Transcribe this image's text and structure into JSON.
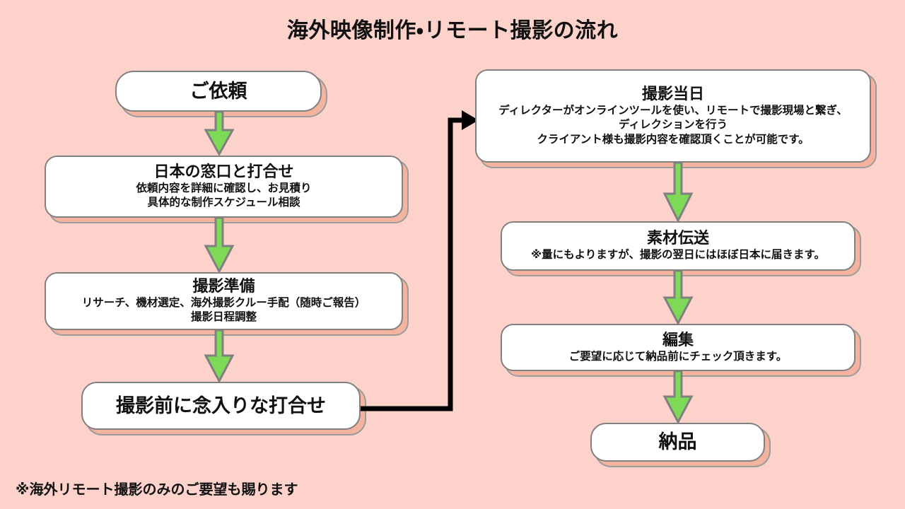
{
  "diagram": {
    "title": "海外映像制作・リモート撮影の流れ",
    "background_color": "#fcd2cb",
    "box_fill_color": "#ffffff",
    "box_border_color": "#808080",
    "box_shadow_color": "#f4b39e",
    "arrow_fill_color": "#7ed957",
    "arrow_outline_color": "#808080",
    "connector_color": "#000000",
    "footnote": "※海外リモート撮影のみのご要望も賜ります"
  },
  "left_column": {
    "nodes": [
      {
        "heading": "ご依頼",
        "desc": []
      },
      {
        "heading": "日本の窓口と打合せ",
        "desc": [
          "依頼内容を詳細に確認し、お見積り",
          "具体的な制作スケジュール相談"
        ]
      },
      {
        "heading": "撮影準備",
        "desc": [
          "リサーチ、機材選定、海外撮影クルー手配（随時ご報告）",
          "撮影日程調整"
        ]
      },
      {
        "heading": "撮影前に念入りな打合せ",
        "desc": []
      }
    ]
  },
  "right_column": {
    "nodes": [
      {
        "heading": "撮影当日",
        "desc": [
          "ディレクターがオンラインツールを使い、リモートで撮影現場と繋ぎ、",
          "ディレクションを行う",
          "クライアント様も撮影内容を確認頂くことが可能です。"
        ]
      },
      {
        "heading": "素材伝送",
        "desc": [
          "※量にもよりますが、撮影の翌日にはほぼ日本に届きます。"
        ]
      },
      {
        "heading": "編集",
        "desc": [
          "ご要望に応じて納品前にチェック頂きます。"
        ]
      },
      {
        "heading": "納品",
        "desc": []
      }
    ]
  }
}
